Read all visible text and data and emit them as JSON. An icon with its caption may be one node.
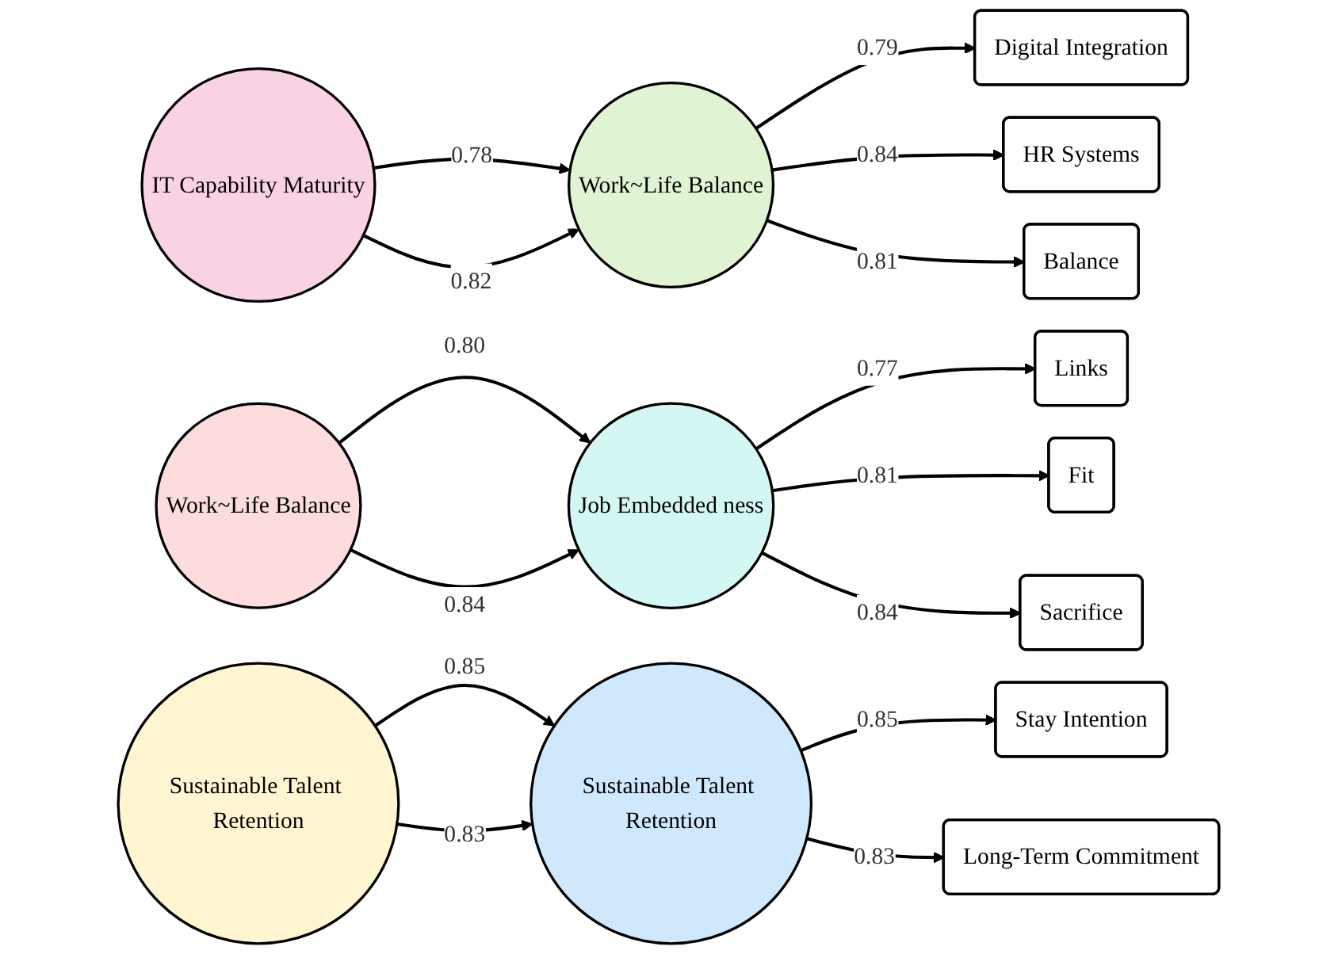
{
  "diagram": {
    "nodes": [
      {
        "text": [
          "IT Capability Maturity"
        ]
      },
      {
        "text": [
          "Work~Life Balance"
        ]
      },
      {
        "text": [
          "Digital Integration"
        ]
      },
      {
        "text": [
          "HR Systems"
        ]
      },
      {
        "text": [
          "Balance"
        ]
      },
      {
        "text": [
          "Work~Life Balance"
        ]
      },
      {
        "text": [
          "Job Embedded ness"
        ]
      },
      {
        "text": [
          "Links"
        ]
      },
      {
        "text": [
          "Fit"
        ]
      },
      {
        "text": [
          "Sacrifice"
        ]
      },
      {
        "text": [
          "Sustainable Talent Retention"
        ]
      },
      {
        "text": [
          "Sustainable Talent Retention"
        ]
      },
      {
        "text": [
          "Stay Intention"
        ]
      },
      {
        "text": [
          "Long-Term Commitment"
        ]
      }
    ],
    "edges": [
      {
        "from": 0,
        "to": 1,
        "arrow": "to",
        "label": "0.78"
      },
      {
        "from": 0,
        "to": 1,
        "arrow": "to",
        "label": "0.82"
      },
      {
        "from": 1,
        "to": 2,
        "arrow": "to",
        "label": "0.79"
      },
      {
        "from": 1,
        "to": 3,
        "arrow": "to",
        "label": "0.84"
      },
      {
        "from": 1,
        "to": 4,
        "arrow": "to",
        "label": "0.81"
      },
      {
        "from": 5,
        "to": 6,
        "arrow": "to",
        "label": "0.80"
      },
      {
        "from": 5,
        "to": 6,
        "arrow": "to",
        "label": "0.84"
      },
      {
        "from": 6,
        "to": 7,
        "arrow": "to",
        "label": "0.77"
      },
      {
        "from": 6,
        "to": 8,
        "arrow": "to",
        "label": "0.81"
      },
      {
        "from": 6,
        "to": 9,
        "arrow": "to",
        "label": "0.84"
      },
      {
        "from": 10,
        "to": 11,
        "arrow": "to",
        "label": "0.85"
      },
      {
        "from": 10,
        "to": 11,
        "arrow": "to",
        "label": "0.83"
      },
      {
        "from": 11,
        "to": 12,
        "arrow": "to",
        "label": "0.85"
      },
      {
        "from": 11,
        "to": 13,
        "arrow": "to",
        "label": "0.83"
      }
    ]
  }
}
